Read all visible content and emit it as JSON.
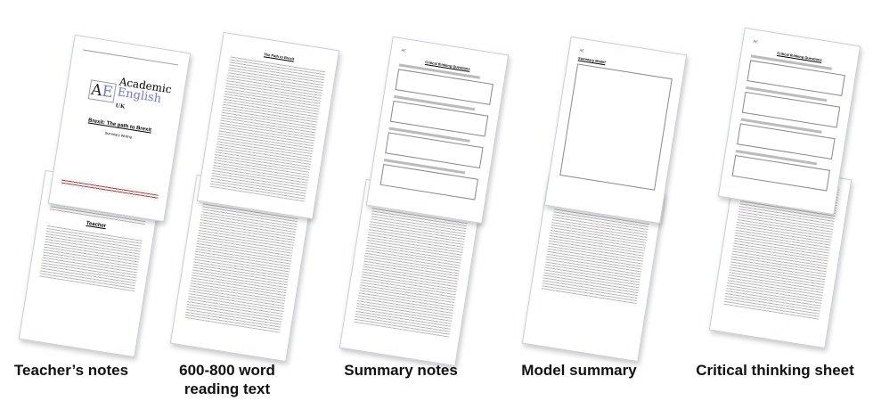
{
  "logo": {
    "mark": "AE",
    "line1": "Academic",
    "line2": "English",
    "suffix": "UK"
  },
  "teacher_notes": {
    "cover_title": "Brexit: The path to Brexit",
    "cover_subtitle": "Summary Writing",
    "back_heading": "Teacher"
  },
  "reading_text": {
    "heading": "The Path to Brexit"
  },
  "summary_notes": {
    "heading": "Critical thinking Questions"
  },
  "model_summary": {
    "heading": "Summary Model"
  },
  "critical_thinking": {
    "heading": "Critical thinking Questions"
  },
  "captions": [
    {
      "line1": "Teacher’s notes",
      "line2": ""
    },
    {
      "line1": "600-800 word",
      "line2": "reading text"
    },
    {
      "line1": "Summary notes",
      "line2": ""
    },
    {
      "line1": "Model summary",
      "line2": ""
    },
    {
      "line1": "Critical thinking sheet",
      "line2": ""
    }
  ]
}
